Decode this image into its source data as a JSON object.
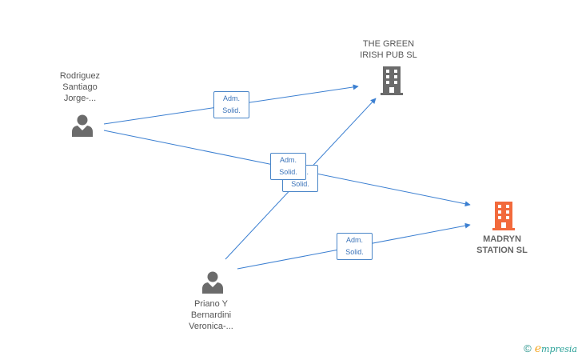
{
  "nodes": {
    "person1": {
      "lines": [
        "Rodriguez",
        "Santiago",
        "Jorge-..."
      ]
    },
    "person2": {
      "lines": [
        "Priano Y",
        "Bernardini",
        "Veronica-..."
      ]
    },
    "company1": {
      "lines": [
        "THE GREEN",
        "IRISH PUB  SL"
      ],
      "color": "#6b6b6b"
    },
    "company2": {
      "lines": [
        "MADRYN",
        "STATION  SL"
      ],
      "color": "#f26a3c"
    }
  },
  "edges": [
    {
      "role_lines": [
        "Adm.",
        "Solid."
      ]
    },
    {
      "role_lines": [
        "Adm.",
        "Solid."
      ]
    },
    {
      "role_lines": [
        "Adm.",
        "Solid."
      ]
    },
    {
      "role_lines": [
        "Adm.",
        "Solid."
      ]
    }
  ],
  "colors": {
    "edge": "#3b7fd1",
    "person_icon": "#6b6b6b"
  },
  "brand": {
    "copyright": "©",
    "initial": "e",
    "rest": "mpresia"
  }
}
